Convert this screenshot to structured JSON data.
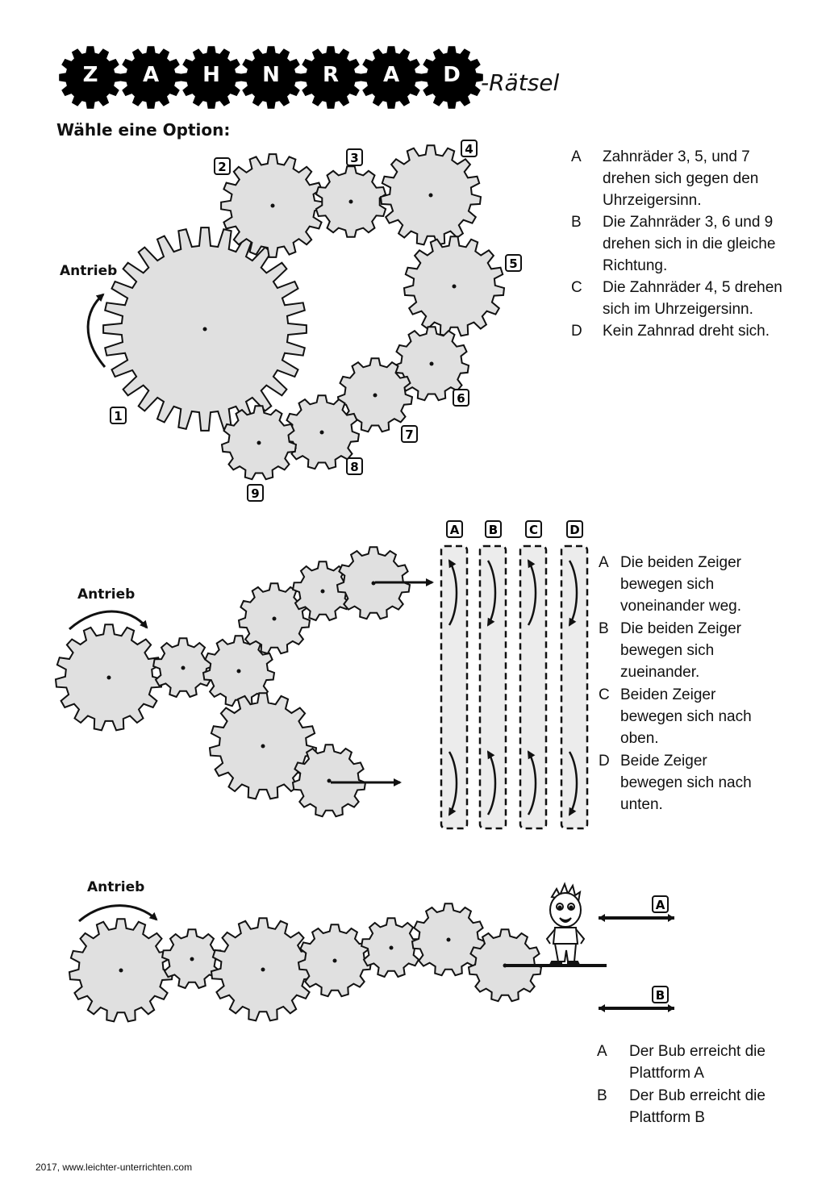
{
  "title": {
    "letters": [
      "Z",
      "A",
      "H",
      "N",
      "R",
      "A",
      "D"
    ],
    "suffix": "-Rätsel"
  },
  "instruction": "Wähle eine Option:",
  "drive_label": "Antrieb",
  "puzzle1": {
    "gear_numbers": [
      "1",
      "2",
      "3",
      "4",
      "5",
      "6",
      "7",
      "8",
      "9"
    ],
    "options": [
      {
        "letter": "A",
        "text": "Zahnräder 3, 5, und 7 drehen sich gegen den Uhrzeigersinn."
      },
      {
        "letter": "B",
        "text": "Die Zahnräder 3, 6 und 9 drehen sich in die gleiche Richtung."
      },
      {
        "letter": "C",
        "text": "Die Zahnräder 4, 5 drehen sich im Uhrzeigersinn."
      },
      {
        "letter": "D",
        "text": "Kein Zahnrad dreht sich."
      }
    ]
  },
  "puzzle2": {
    "track_labels": [
      "A",
      "B",
      "C",
      "D"
    ],
    "options": [
      {
        "letter": "A",
        "text": "Die beiden Zeiger bewegen sich voneinander weg."
      },
      {
        "letter": "B",
        "text": "Die beiden Zeiger bewegen sich zueinander."
      },
      {
        "letter": "C",
        "text": "Beiden Zeiger bewegen sich nach oben."
      },
      {
        "letter": "D",
        "text": "Beide Zeiger bewegen sich nach unten."
      }
    ]
  },
  "puzzle3": {
    "platform_labels": [
      "A",
      "B"
    ],
    "options": [
      {
        "letter": "A",
        "text": "Der Bub erreicht die Plattform A"
      },
      {
        "letter": "B",
        "text": "Der Bub erreicht die Plattform B"
      }
    ]
  },
  "footer": "2017, www.leichter-unterrichten.com",
  "colors": {
    "gear_fill": "#e0e0e0",
    "ink": "#111111",
    "title_gear": "#000000",
    "track_fill": "#ececec"
  }
}
